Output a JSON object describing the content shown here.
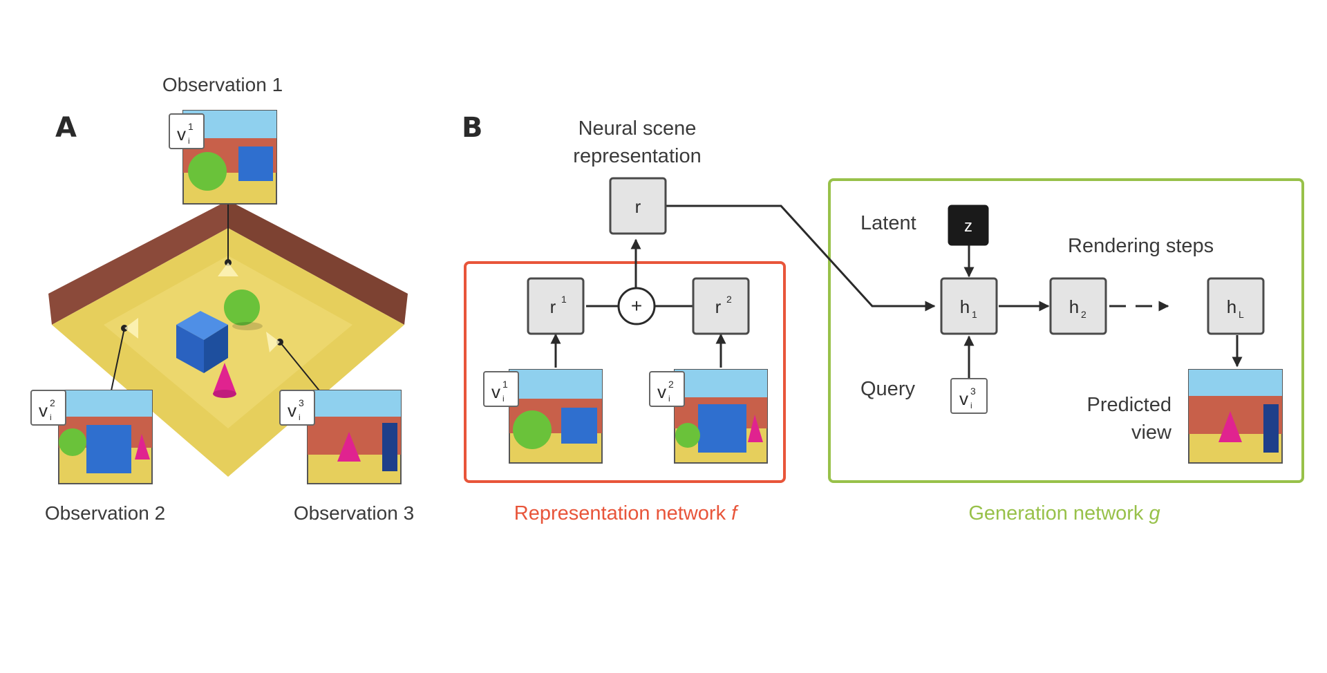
{
  "panels": {
    "a": "A",
    "b": "B"
  },
  "panel_a": {
    "obs1": "Observation 1",
    "obs2": "Observation 2",
    "obs3": "Observation 3",
    "tags": {
      "v1": "v",
      "v1_sup": "1",
      "v1_sub": "i",
      "v2": "v",
      "v2_sup": "2",
      "v2_sub": "i",
      "v3": "v",
      "v3_sup": "3",
      "v3_sub": "i"
    }
  },
  "panel_b": {
    "neural_line1": "Neural scene",
    "neural_line2": "representation",
    "r": "r",
    "r1": "r",
    "r1_sup": "1",
    "r2": "r",
    "r2_sup": "2",
    "plus": "+",
    "latent": "Latent",
    "z": "z",
    "rendering": "Rendering steps",
    "query": "Query",
    "predicted_line1": "Predicted",
    "predicted_line2": "view",
    "h1": "h",
    "h1_sub": "1",
    "h2": "h",
    "h2_sub": "2",
    "hL": "h",
    "hL_sub": "L",
    "rep_label": "Representation network ",
    "rep_var": "f",
    "gen_label": "Generation network ",
    "gen_var": "g"
  },
  "colors": {
    "representation": "#e8553a",
    "generation": "#98c14a",
    "wall": "#8b4a3a",
    "floor": "#e8d060",
    "sky": "#8fd0ee",
    "cube": "#2f6fcf",
    "sphere": "#6ac23a",
    "cone": "#e0238f"
  }
}
